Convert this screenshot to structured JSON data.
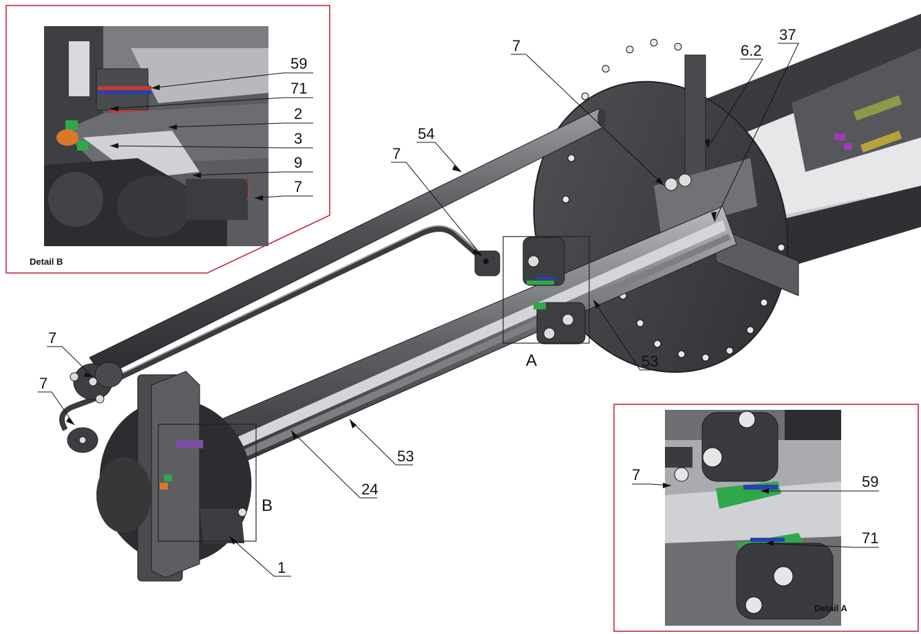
{
  "colors": {
    "frame_red": "#c0182e",
    "steel_dark": "#3c3d40",
    "steel_mid": "#6a6c70",
    "steel_light": "#a8aaae",
    "seal_green": "#2fa84a",
    "seal_blue": "#2b3fb3",
    "seal_red": "#c23a3a",
    "seal_orange": "#d9782b"
  },
  "main_labels": {
    "l7_top": "7",
    "l6_2": "6.2",
    "l37": "37",
    "l54": "54",
    "l7_pipe": "7",
    "l7_left_a": "7",
    "l7_left_b": "7",
    "l53_right": "53",
    "l53_mid": "53",
    "l24": "24",
    "l1": "1",
    "letter_a": "A",
    "letter_b": "B"
  },
  "detail_b": {
    "caption": "Detail B",
    "labels": [
      "59",
      "71",
      "2",
      "3",
      "9",
      "7"
    ]
  },
  "detail_a": {
    "caption": "Detail A",
    "labels": {
      "l7": "7",
      "l59": "59",
      "l71": "71"
    }
  }
}
